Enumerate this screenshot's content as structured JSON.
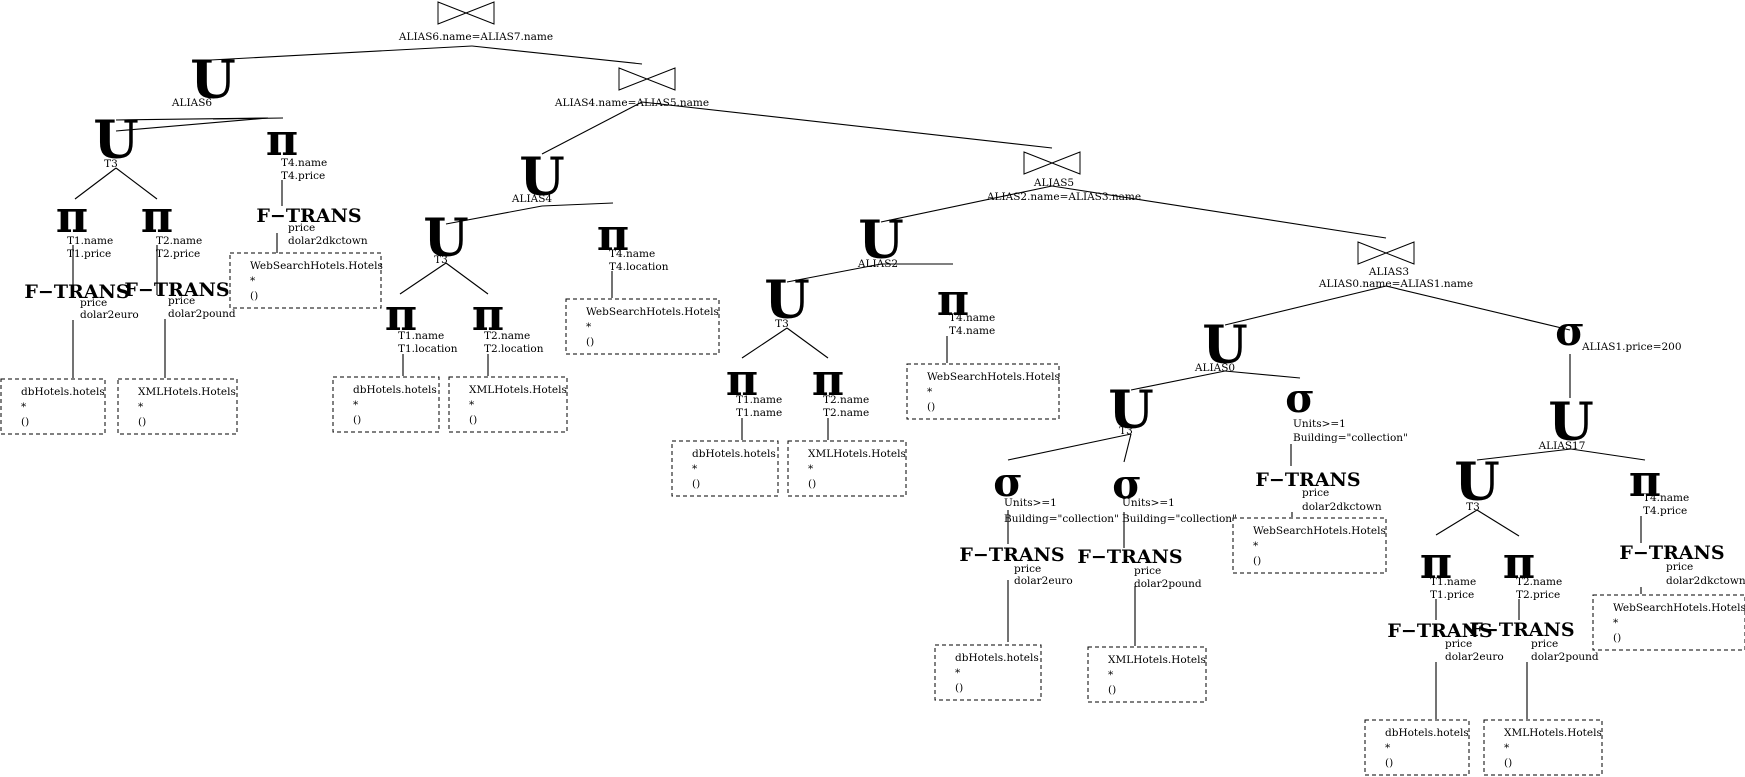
{
  "symbols": {
    "union": "U",
    "project": "π",
    "select": "σ",
    "transform": "F−TRANS",
    "empty_tuple": "()",
    "star": "*"
  },
  "nodes": [
    {
      "id": "join7",
      "kind": "join",
      "labels": [
        "ALIAS6.name=ALIAS7.name"
      ]
    },
    {
      "id": "u6",
      "kind": "union",
      "labels": [
        "ALIAS6"
      ]
    },
    {
      "id": "u6a",
      "kind": "union",
      "labels": [
        "T3"
      ]
    },
    {
      "id": "p6a",
      "kind": "project",
      "labels": [
        "T1.name",
        "T1.price"
      ]
    },
    {
      "id": "f6a",
      "kind": "ftrans",
      "labels": [
        "price",
        "dolar2euro"
      ]
    },
    {
      "id": "b6a",
      "kind": "source",
      "labels": [
        "dbHotels.hotels",
        "*",
        "()"
      ]
    },
    {
      "id": "p6b",
      "kind": "project",
      "labels": [
        "T2.name",
        "T2.price"
      ]
    },
    {
      "id": "f6b",
      "kind": "ftrans",
      "labels": [
        "price",
        "dolar2pound"
      ]
    },
    {
      "id": "b6b",
      "kind": "source",
      "labels": [
        "XMLHotels.Hotels",
        "*",
        "()"
      ]
    },
    {
      "id": "p6c",
      "kind": "project",
      "labels": [
        "T4.name",
        "T4.price"
      ]
    },
    {
      "id": "f6c",
      "kind": "ftrans",
      "labels": [
        "price",
        "dolar2dkctown"
      ]
    },
    {
      "id": "b6c",
      "kind": "source",
      "labels": [
        "WebSearchHotels.Hotels",
        "*",
        "()"
      ]
    },
    {
      "id": "join5",
      "kind": "join",
      "labels": [
        "ALIAS4.name=ALIAS5.name"
      ]
    },
    {
      "id": "u4",
      "kind": "union",
      "labels": [
        "ALIAS4"
      ]
    },
    {
      "id": "u4a",
      "kind": "union",
      "labels": [
        "T3"
      ]
    },
    {
      "id": "p4a",
      "kind": "project",
      "labels": [
        "T1.name",
        "T1.location"
      ]
    },
    {
      "id": "b4a",
      "kind": "source",
      "labels": [
        "dbHotels.hotels",
        "*",
        "()"
      ]
    },
    {
      "id": "p4b",
      "kind": "project",
      "labels": [
        "T2.name",
        "T2.location"
      ]
    },
    {
      "id": "b4b",
      "kind": "source",
      "labels": [
        "XMLHotels.Hotels",
        "*",
        "()"
      ]
    },
    {
      "id": "p4c",
      "kind": "project",
      "labels": [
        "T4.name",
        "T4.location"
      ]
    },
    {
      "id": "b4c",
      "kind": "source",
      "labels": [
        "WebSearchHotels.Hotels",
        "*",
        "()"
      ]
    },
    {
      "id": "join3",
      "kind": "join",
      "labels": [
        "ALIAS5",
        "ALIAS2.name=ALIAS3.name"
      ]
    },
    {
      "id": "u2",
      "kind": "union",
      "labels": [
        "ALIAS2"
      ]
    },
    {
      "id": "u2a",
      "kind": "union",
      "labels": [
        "T3"
      ]
    },
    {
      "id": "p2a",
      "kind": "project",
      "labels": [
        "T1.name",
        "T1.name"
      ]
    },
    {
      "id": "b2a",
      "kind": "source",
      "labels": [
        "dbHotels.hotels",
        "*",
        "()"
      ]
    },
    {
      "id": "p2b",
      "kind": "project",
      "labels": [
        "T2.name",
        "T2.name"
      ]
    },
    {
      "id": "b2b",
      "kind": "source",
      "labels": [
        "XMLHotels.Hotels",
        "*",
        "()"
      ]
    },
    {
      "id": "p2c",
      "kind": "project",
      "labels": [
        "T4.name",
        "T4.name"
      ]
    },
    {
      "id": "b2c",
      "kind": "source",
      "labels": [
        "WebSearchHotels.Hotels",
        "*",
        "()"
      ]
    },
    {
      "id": "join1",
      "kind": "join",
      "labels": [
        "ALIAS3",
        "ALIAS0.name=ALIAS1.name"
      ]
    },
    {
      "id": "u0",
      "kind": "union",
      "labels": [
        "ALIAS0"
      ]
    },
    {
      "id": "u0a",
      "kind": "union",
      "labels": [
        "T3"
      ]
    },
    {
      "id": "s0a",
      "kind": "select",
      "labels": [
        "Units>=1",
        "Building=\"collection\""
      ]
    },
    {
      "id": "f0a",
      "kind": "ftrans",
      "labels": [
        "price",
        "dolar2euro"
      ]
    },
    {
      "id": "b0a",
      "kind": "source",
      "labels": [
        "dbHotels.hotels",
        "*",
        "()"
      ]
    },
    {
      "id": "s0b",
      "kind": "select",
      "labels": [
        "Units>=1",
        "Building=\"collection\""
      ]
    },
    {
      "id": "f0b",
      "kind": "ftrans",
      "labels": [
        "price",
        "dolar2pound"
      ]
    },
    {
      "id": "b0b",
      "kind": "source",
      "labels": [
        "XMLHotels.Hotels",
        "*",
        "()"
      ]
    },
    {
      "id": "s0c",
      "kind": "select",
      "labels": [
        "Units>=1",
        "Building=\"collection\""
      ]
    },
    {
      "id": "f0c",
      "kind": "ftrans",
      "labels": [
        "price",
        "dolar2dkctown"
      ]
    },
    {
      "id": "b0c",
      "kind": "source",
      "labels": [
        "WebSearchHotels.Hotels",
        "*",
        "()"
      ]
    },
    {
      "id": "s1",
      "kind": "select",
      "labels": [
        "ALIAS1.price=200"
      ]
    },
    {
      "id": "u17",
      "kind": "union",
      "labels": [
        "ALIAS17"
      ]
    },
    {
      "id": "u17a",
      "kind": "union",
      "labels": [
        "T3"
      ]
    },
    {
      "id": "p17a",
      "kind": "project",
      "labels": [
        "T1.name",
        "T1.price"
      ]
    },
    {
      "id": "f17a",
      "kind": "ftrans",
      "labels": [
        "price",
        "dolar2euro"
      ]
    },
    {
      "id": "b17a",
      "kind": "source",
      "labels": [
        "dbHotels.hotels",
        "*",
        "()"
      ]
    },
    {
      "id": "p17b",
      "kind": "project",
      "labels": [
        "T2.name",
        "T2.price"
      ]
    },
    {
      "id": "f17b",
      "kind": "ftrans",
      "labels": [
        "price",
        "dolar2pound"
      ]
    },
    {
      "id": "b17b",
      "kind": "source",
      "labels": [
        "XMLHotels.Hotels",
        "*",
        "()"
      ]
    },
    {
      "id": "p17c",
      "kind": "project",
      "labels": [
        "T4.name",
        "T4.price"
      ]
    },
    {
      "id": "f17c",
      "kind": "ftrans",
      "labels": [
        "price",
        "dolar2dkctown"
      ]
    },
    {
      "id": "b17c",
      "kind": "source",
      "labels": [
        "WebSearchHotels.Hotels",
        "*",
        "()"
      ]
    }
  ]
}
